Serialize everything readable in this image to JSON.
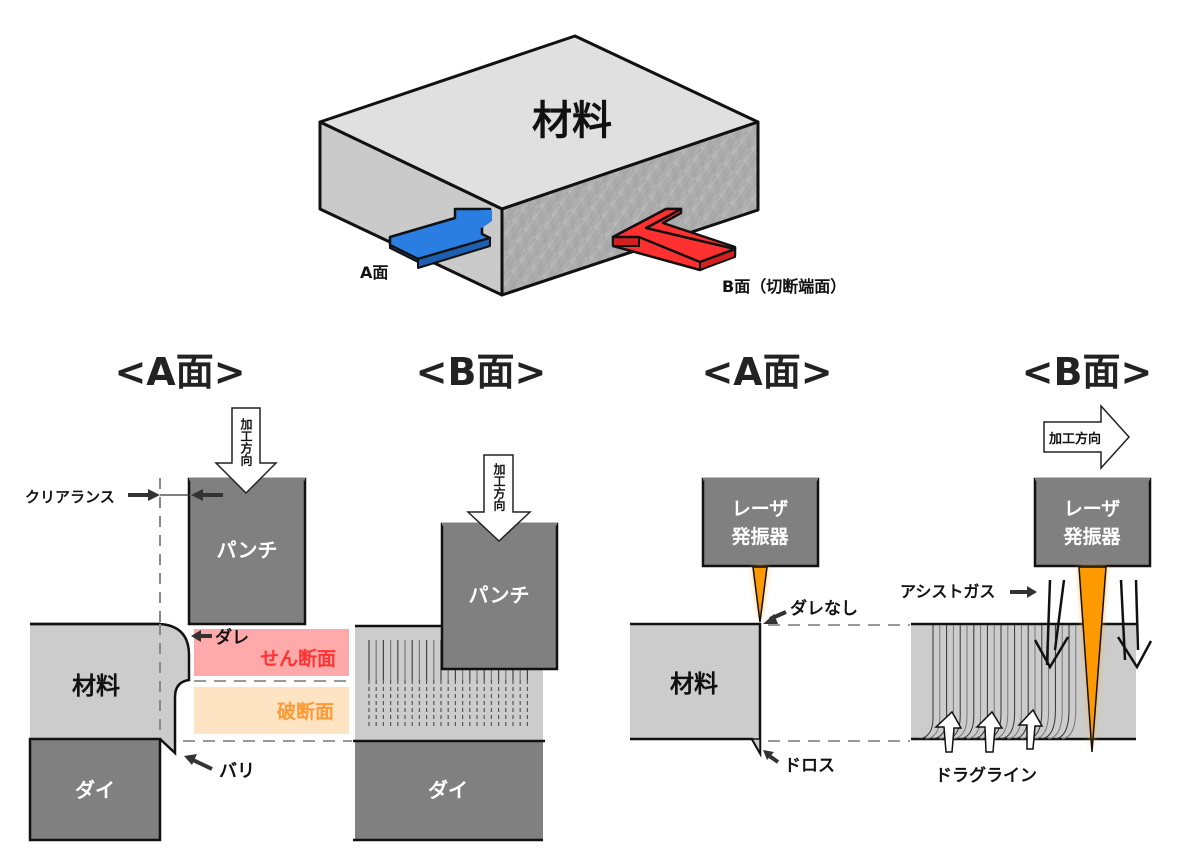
{
  "block": {
    "top_label": "材料",
    "face_a_label": "A面",
    "face_b_label": "B面（切断端面）",
    "arrow_a_color": "#2a7de1",
    "arrow_b_color": "#ff3030"
  },
  "punching": {
    "face_a": {
      "heading": "<A面>",
      "direction_label": "加工方向",
      "clearance_label": "クリアランス",
      "punch_label": "パンチ",
      "material_label": "材料",
      "die_label": "ダイ",
      "rollover_label": "ダレ",
      "shear_zone_label": "せん断面",
      "fracture_zone_label": "破断面",
      "burr_label": "バリ",
      "shear_zone_color": "#ffaaaa",
      "shear_text_color": "#ff3333",
      "fracture_zone_color": "#ffe4c4",
      "fracture_text_color": "#ff9933"
    },
    "face_b": {
      "heading": "<B面>",
      "direction_label": "加工方向",
      "punch_label": "パンチ",
      "die_label": "ダイ"
    }
  },
  "laser": {
    "face_a": {
      "heading": "<A面>",
      "oscillator_label_line1": "レーザ",
      "oscillator_label_line2": "発振器",
      "no_rollover_label": "ダレなし",
      "material_label": "材料",
      "dross_label": "ドロス"
    },
    "face_b": {
      "heading": "<B面>",
      "direction_label": "加工方向",
      "oscillator_label_line1": "レーザ",
      "oscillator_label_line2": "発振器",
      "assist_gas_label": "アシストガス",
      "drag_line_label": "ドラグライン",
      "beam_color": "#ff9900"
    }
  },
  "colors": {
    "tool_gray": "#808080",
    "material_gray": "#cccccc",
    "outline": "#111111"
  }
}
